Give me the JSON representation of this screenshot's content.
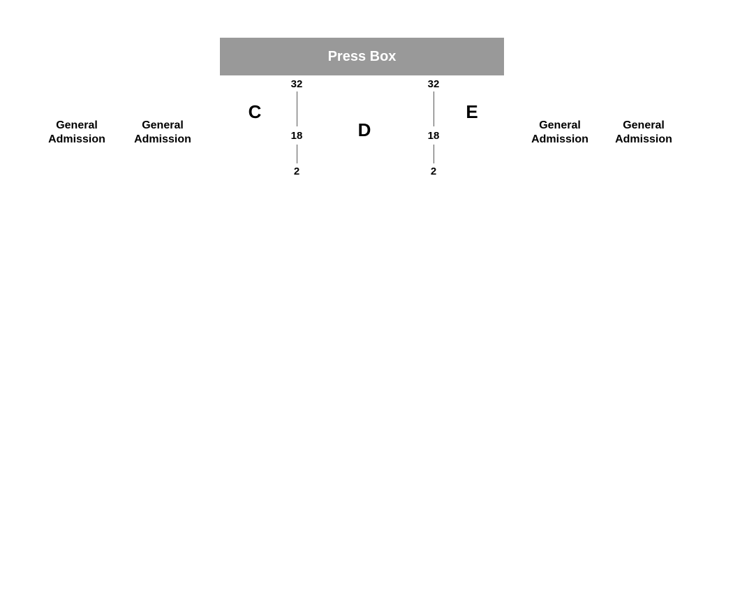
{
  "press_box": {
    "label": "Press Box"
  },
  "general_admission": [
    {
      "line1": "General",
      "line2": "Admission"
    },
    {
      "line1": "General",
      "line2": "Admission"
    },
    {
      "line1": "General",
      "line2": "Admission"
    },
    {
      "line1": "General",
      "line2": "Admission"
    }
  ],
  "sections": {
    "c": "C",
    "d": "D",
    "e": "E"
  },
  "row_markers": {
    "left": {
      "top": "32",
      "middle": "18",
      "bottom": "2"
    },
    "right": {
      "top": "32",
      "middle": "18",
      "bottom": "2"
    }
  },
  "colors": {
    "press_box_fill": "#999999",
    "press_box_text": "#ffffff",
    "line": "#555555"
  }
}
